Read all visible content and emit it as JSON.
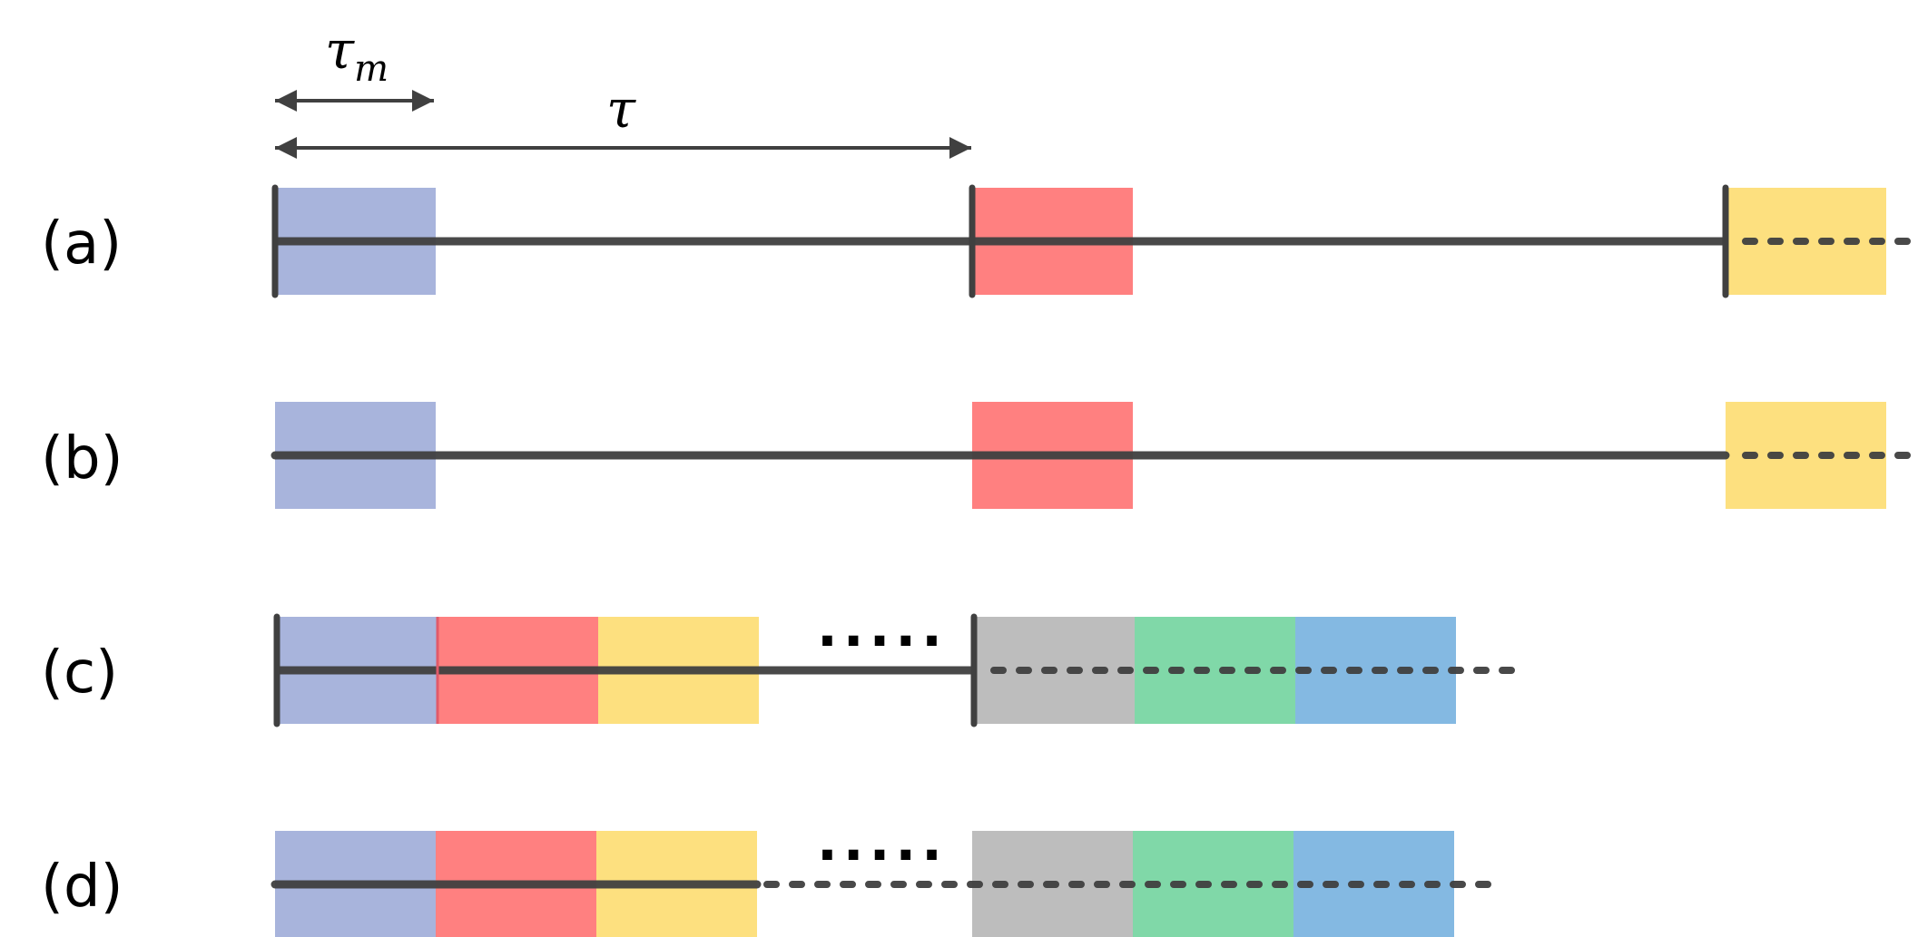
{
  "labels": {
    "tau_m_main": "τ",
    "tau_m_sub": "m",
    "tau": "τ"
  },
  "rows": [
    {
      "label": "(a)",
      "style": "ticked-sparse"
    },
    {
      "label": "(b)",
      "style": "plain-sparse"
    },
    {
      "label": "(c)",
      "style": "ticked-dense"
    },
    {
      "label": "(d)",
      "style": "plain-dense"
    }
  ],
  "ellipsis": ".....",
  "colors": {
    "blue": "#a8b4dc",
    "red": "#ff8080",
    "yellow": "#fde07f",
    "gray": "#bdbdbd",
    "green": "#80d8a8",
    "skyblue": "#84b9e2",
    "line": "#404040"
  }
}
